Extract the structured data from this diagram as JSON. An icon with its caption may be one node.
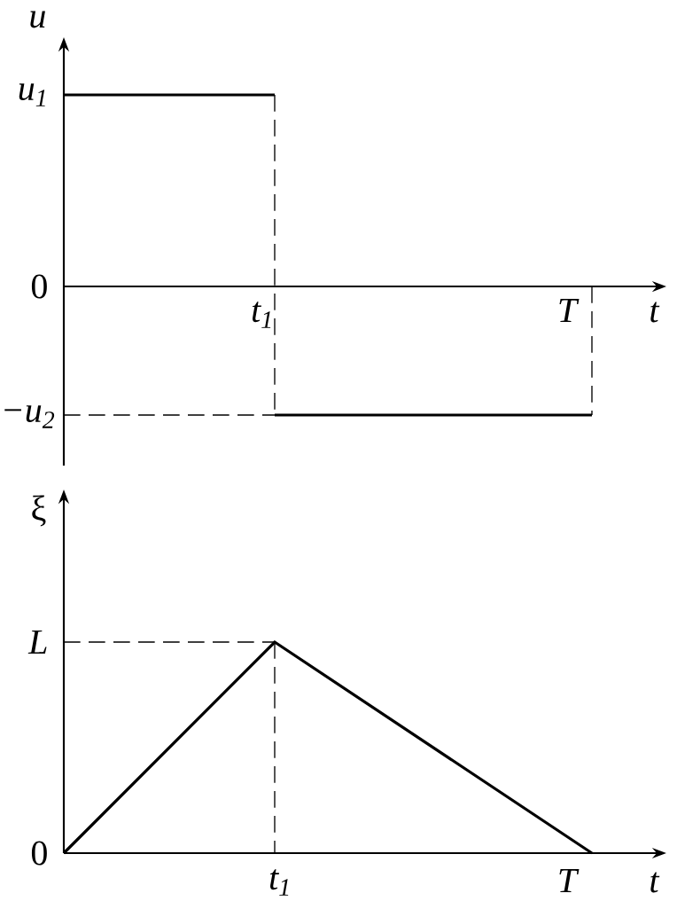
{
  "diagram": {
    "labels": [
      "u",
      "u$_{1}$",
      "0",
      "t$_{1}$",
      "T",
      "t",
      "−u$_{2}$",
      "ξ",
      "L",
      "0",
      "t$_{1}$",
      "T",
      "t"
    ]
  }
}
